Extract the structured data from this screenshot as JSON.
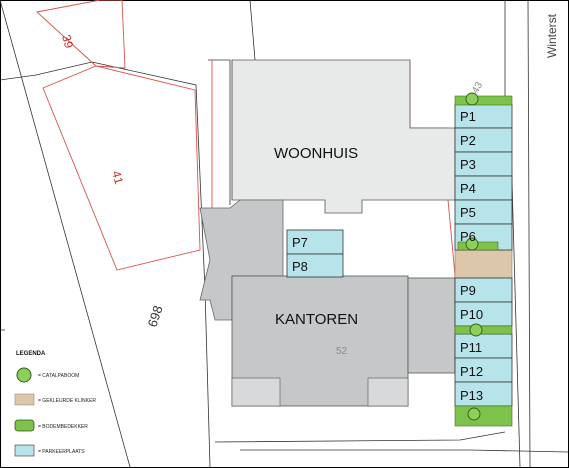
{
  "buildings": {
    "woonhuis": "WOONHUIS",
    "kantoren": "KANTOREN"
  },
  "parcels": {
    "p39": "39",
    "p41": "41",
    "p698": "698",
    "p43": "43",
    "p52": "52"
  },
  "street": "Winterst",
  "parking": [
    "P1",
    "P2",
    "P3",
    "P4",
    "P5",
    "P6",
    "P7",
    "P8",
    "P9",
    "P10",
    "P11",
    "P12",
    "P13"
  ],
  "legend": {
    "title": "LEGENDA",
    "items": [
      {
        "label": "= CATALPABOOM",
        "icon": "tree-icon"
      },
      {
        "label": "= GEKLEURDE KLINKER",
        "icon": "paving-swatch"
      },
      {
        "label": "= BODEMBEDEKKER",
        "icon": "groundcover-swatch"
      },
      {
        "label": "= PARKEERPLAATS",
        "icon": "parking-swatch"
      }
    ]
  },
  "colors": {
    "parking_fill": "#b7e4ea",
    "woonhuis_fill": "#e8eaea",
    "kantoren_fill": "#c6c7c8",
    "paving_fill": "#dcc7aa",
    "groundcover_fill": "#7fc24a",
    "tree_fill": "#8cd05a",
    "parcel_red": "#d9534f"
  }
}
